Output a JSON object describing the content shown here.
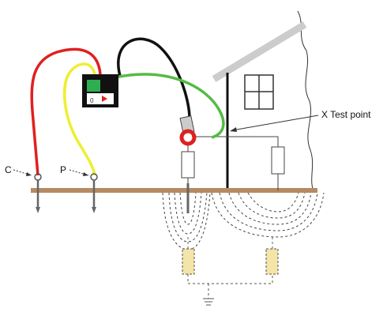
{
  "labels": {
    "current_probe": "C",
    "potential_probe": "P",
    "test_point": "X Test point"
  },
  "meter": {
    "screen_text": "0"
  },
  "colors": {
    "current_lead": "#e02020",
    "potential_lead": "#eeee33",
    "earth_lead": "#55bb44",
    "black_lead": "#111111",
    "ground": "#b68a62",
    "meter_display": "#2fae4f",
    "clamp_ring": "#dd2222",
    "resistor_fill": "#f3e4a8",
    "roof": "#cccccc"
  }
}
